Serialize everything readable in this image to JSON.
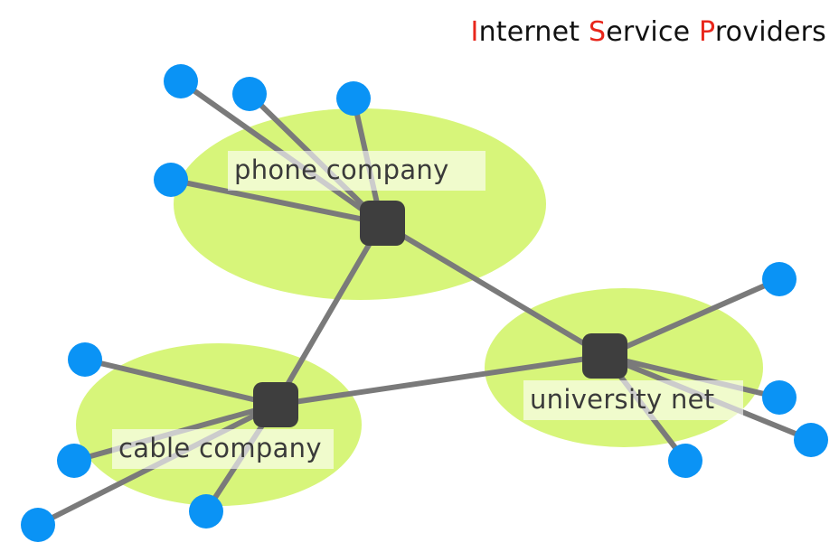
{
  "title": {
    "word1_initial": "I",
    "word1_rest": "nternet ",
    "word2_initial": "S",
    "word2_rest": "ervice ",
    "word3_initial": "P",
    "word3_rest": "roviders"
  },
  "regions": {
    "phone": "phone company",
    "cable": "cable company",
    "university": "university net"
  },
  "colors": {
    "region": "#d7f57a",
    "router": "#3e3e3e",
    "host": "#0a93f5",
    "link": "#7a7a7a",
    "title_accent": "#e8261b"
  }
}
